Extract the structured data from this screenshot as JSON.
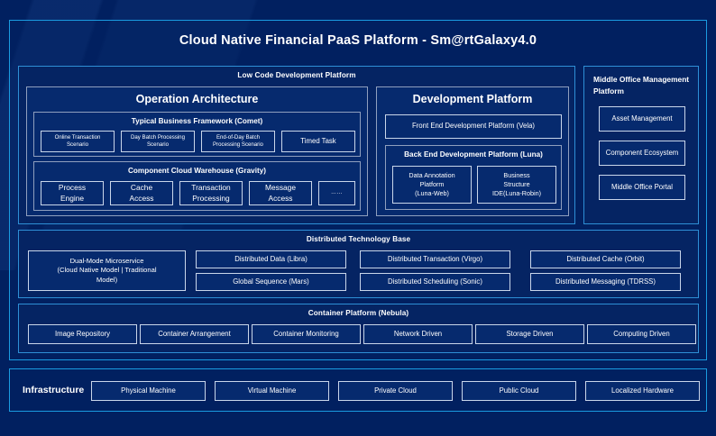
{
  "header": {
    "title": "Cloud Native Financial PaaS Platform - Sm@rtGalaxy4.0"
  },
  "colors": {
    "page_background": "#012060",
    "accent_border": "#1a9be0",
    "group_border": "#2e8fd6",
    "node_border": "#c9d6ea",
    "node_fill": "#062a6e",
    "text": "#ffffff"
  },
  "low_code": {
    "title": "Low Code Development Platform",
    "operation_architecture": {
      "title": "Operation Architecture",
      "typical_business_framework": {
        "title": "Typical Business Framework (Comet)",
        "nodes": [
          "Online Transaction\nScenario",
          "Day Batch Processing\nScenario",
          "End-of-Day Batch\nProcessing Scenario",
          "Timed Task"
        ]
      },
      "component_cloud_warehouse": {
        "title": "Component Cloud Warehouse (Gravity)",
        "nodes": [
          "Process\nEngine",
          "Cache\nAccess",
          "Transaction\nProcessing",
          "Message\nAccess",
          "……"
        ]
      }
    },
    "development_platform": {
      "title": "Development Platform",
      "front_end": "Front End Development Platform (Vela)",
      "back_end": {
        "title": "Back End Development Platform (Luna)",
        "nodes": [
          "Data Annotation\nPlatform\n(Luna-Web)",
          "Business\nStructure\nIDE(Luna-Robin)"
        ]
      }
    }
  },
  "middle_office": {
    "title": "Middle Office Management Platform",
    "nodes": [
      "Asset Management",
      "Component Ecosystem",
      "Middle Office Portal"
    ]
  },
  "distributed_base": {
    "title": "Distributed Technology Base",
    "highlight": "Dual-Mode Microservice\n(Cloud Native Model | Traditional\nModel)",
    "nodes_row1": [
      "Distributed Data (Libra)",
      "Distributed Transaction (Virgo)",
      "Distributed Cache (Orbit)"
    ],
    "nodes_row2": [
      "Global Sequence (Mars)",
      "Distributed Scheduling (Sonic)",
      "Distributed Messaging (TDRSS)"
    ]
  },
  "container_platform": {
    "title": "Container Platform (Nebula)",
    "nodes": [
      "Image Repository",
      "Container Arrangement",
      "Container Monitoring",
      "Network Driven",
      "Storage Driven",
      "Computing Driven"
    ]
  },
  "infrastructure": {
    "label": "Infrastructure",
    "nodes": [
      "Physical Machine",
      "Virtual Machine",
      "Private Cloud",
      "Public Cloud",
      "Localized Hardware"
    ]
  }
}
